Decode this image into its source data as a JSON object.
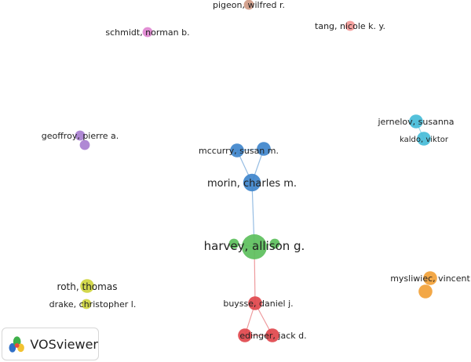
{
  "network": {
    "nodes": [
      {
        "id": "harvey",
        "label": "harvey, allison g.",
        "cluster": "green",
        "weight": 5
      },
      {
        "id": "harvey-a",
        "label": "",
        "cluster": "green",
        "weight": 1
      },
      {
        "id": "harvey-b",
        "label": "",
        "cluster": "green",
        "weight": 1
      },
      {
        "id": "morin",
        "label": "morin, charles m.",
        "cluster": "blue",
        "weight": 3
      },
      {
        "id": "mccurry",
        "label": "mccurry, susan m.",
        "cluster": "blue",
        "weight": 2
      },
      {
        "id": "mccurry-b",
        "label": "",
        "cluster": "blue",
        "weight": 2
      },
      {
        "id": "buysse",
        "label": "buysse, daniel j.",
        "cluster": "red",
        "weight": 2
      },
      {
        "id": "edinger",
        "label": "edinger, jack d.",
        "cluster": "red",
        "weight": 2
      },
      {
        "id": "edinger-b",
        "label": "",
        "cluster": "red",
        "weight": 2
      },
      {
        "id": "roth",
        "label": "roth, thomas",
        "cluster": "yellow",
        "weight": 2
      },
      {
        "id": "drake",
        "label": "drake, christopher l.",
        "cluster": "yellow",
        "weight": 1
      },
      {
        "id": "mysliwiec",
        "label": "mysliwiec, vincent",
        "cluster": "orange",
        "weight": 2
      },
      {
        "id": "mysliwiec-b",
        "label": "",
        "cluster": "orange",
        "weight": 2
      },
      {
        "id": "jernelov",
        "label": "jernelov, susanna",
        "cluster": "cyan",
        "weight": 2
      },
      {
        "id": "kaldo",
        "label": "kaldo, viktor",
        "cluster": "cyan",
        "weight": 2
      },
      {
        "id": "geoffroy",
        "label": "geoffroy, pierre a.",
        "cluster": "purple",
        "weight": 1
      },
      {
        "id": "geoffroy-b",
        "label": "",
        "cluster": "purple",
        "weight": 1
      },
      {
        "id": "schmidt",
        "label": "schmidt, norman b.",
        "cluster": "pink",
        "weight": 1
      },
      {
        "id": "pigeon",
        "label": "pigeon, wilfred r.",
        "cluster": "brown",
        "weight": 1
      },
      {
        "id": "tang",
        "label": "tang, nicole k. y.",
        "cluster": "salmon",
        "weight": 1
      }
    ],
    "links": [
      {
        "source": "harvey",
        "target": "morin",
        "cluster": "blue"
      },
      {
        "source": "harvey",
        "target": "buysse",
        "cluster": "red"
      },
      {
        "source": "harvey",
        "target": "harvey-a",
        "cluster": "green"
      },
      {
        "source": "harvey",
        "target": "harvey-b",
        "cluster": "green"
      },
      {
        "source": "morin",
        "target": "mccurry",
        "cluster": "blue"
      },
      {
        "source": "morin",
        "target": "mccurry-b",
        "cluster": "blue"
      },
      {
        "source": "mccurry",
        "target": "mccurry-b",
        "cluster": "blue"
      },
      {
        "source": "buysse",
        "target": "edinger",
        "cluster": "red"
      },
      {
        "source": "buysse",
        "target": "edinger-b",
        "cluster": "red"
      },
      {
        "source": "edinger",
        "target": "edinger-b",
        "cluster": "red"
      },
      {
        "source": "jernelov",
        "target": "kaldo",
        "cluster": "cyan"
      }
    ],
    "cluster_colors": {
      "green": "#5cbf5c",
      "blue": "#3f86cc",
      "red": "#e0474c",
      "yellow": "#cfd53e",
      "orange": "#f2a137",
      "cyan": "#45bcd8",
      "purple": "#a87ed0",
      "pink": "#de85d0",
      "brown": "#cf9a86",
      "salmon": "#f59a98"
    }
  },
  "logo": {
    "text": "VOSviewer",
    "icon": "vosviewer-logo-icon"
  }
}
